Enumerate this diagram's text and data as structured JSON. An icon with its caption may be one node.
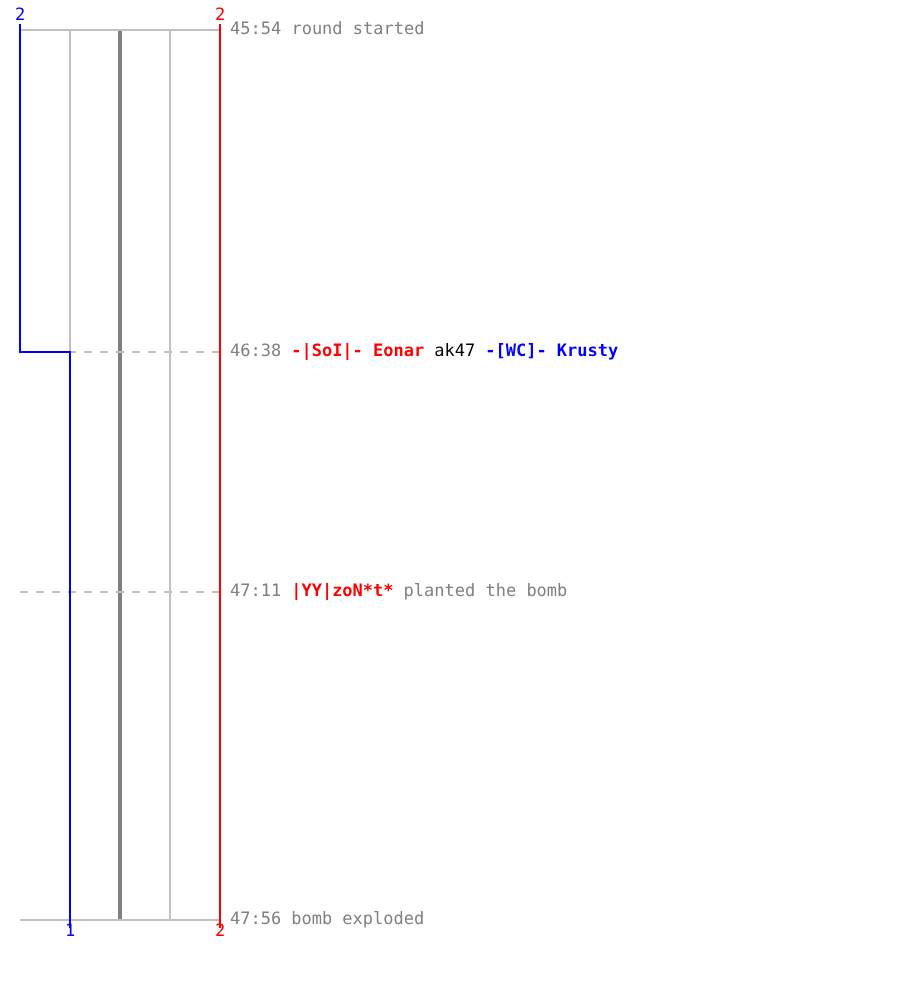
{
  "diagram": {
    "labels": [
      "2",
      "2",
      "45:54 round started",
      "46:38",
      "-|SoI|- Eonar",
      "ak47",
      "-[WC]- Krusty",
      "47:11",
      "|YY|zoN*t*",
      "planted the bomb",
      "1",
      "2",
      "47:56",
      "bomb exploded"
    ]
  }
}
